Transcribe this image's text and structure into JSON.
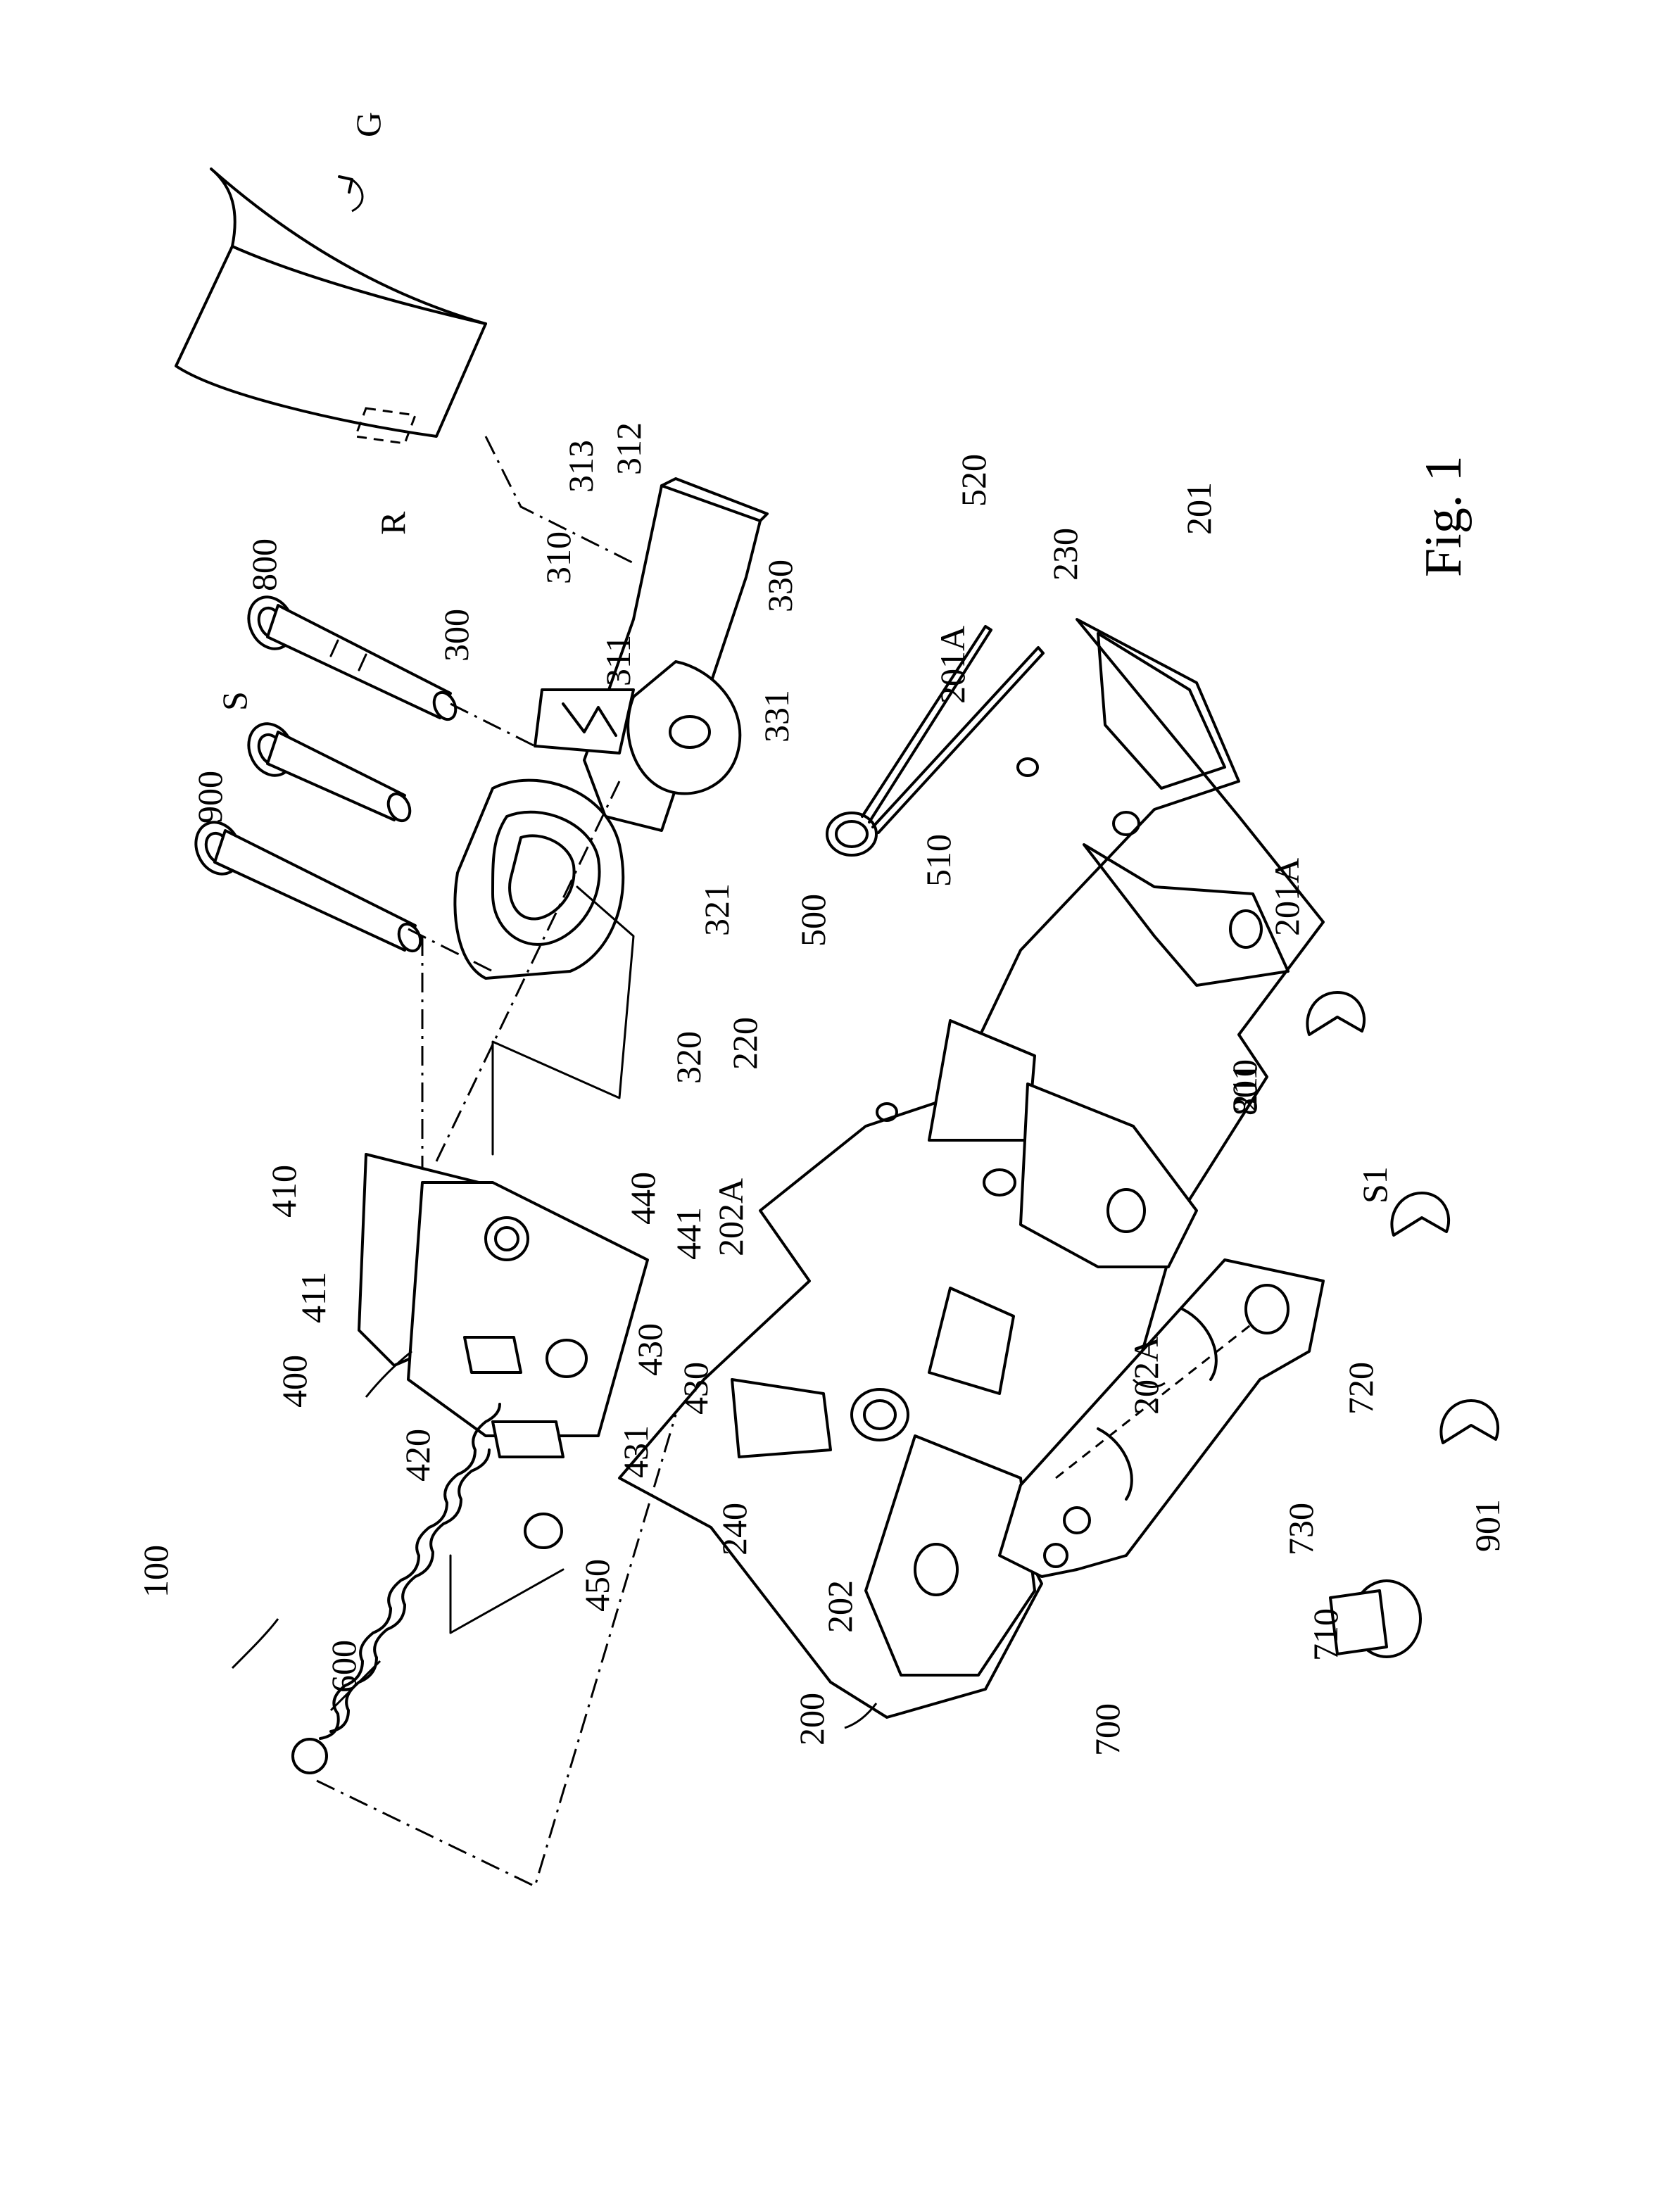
{
  "figure": {
    "caption": "Fig. 1"
  },
  "labels": {
    "l100": "100",
    "l200": "200",
    "l201": "201",
    "l201A_a": "201A",
    "l201A_b": "201A",
    "l202": "202",
    "l202A_a": "202A",
    "l202A_b": "202A",
    "l210": "210",
    "l220": "220",
    "l230": "230",
    "l240": "240",
    "l300": "300",
    "l310": "310",
    "l311": "311",
    "l312": "312",
    "l313": "313",
    "l320": "320",
    "l321": "321",
    "l330": "330",
    "l331": "331",
    "l400": "400",
    "l410": "410",
    "l411": "411",
    "l420": "420",
    "l430_a": "430",
    "l430_b": "430",
    "l431": "431",
    "l440": "440",
    "l441": "441",
    "l450": "450",
    "l500": "500",
    "l510": "510",
    "l520": "520",
    "l600": "600",
    "l700": "700",
    "l710": "710",
    "l720": "720",
    "l730": "730",
    "l800": "800",
    "l801": "801",
    "l900": "900",
    "l901": "901",
    "lS": "S",
    "lS1": "S1",
    "lG": "G",
    "lR": "R"
  }
}
